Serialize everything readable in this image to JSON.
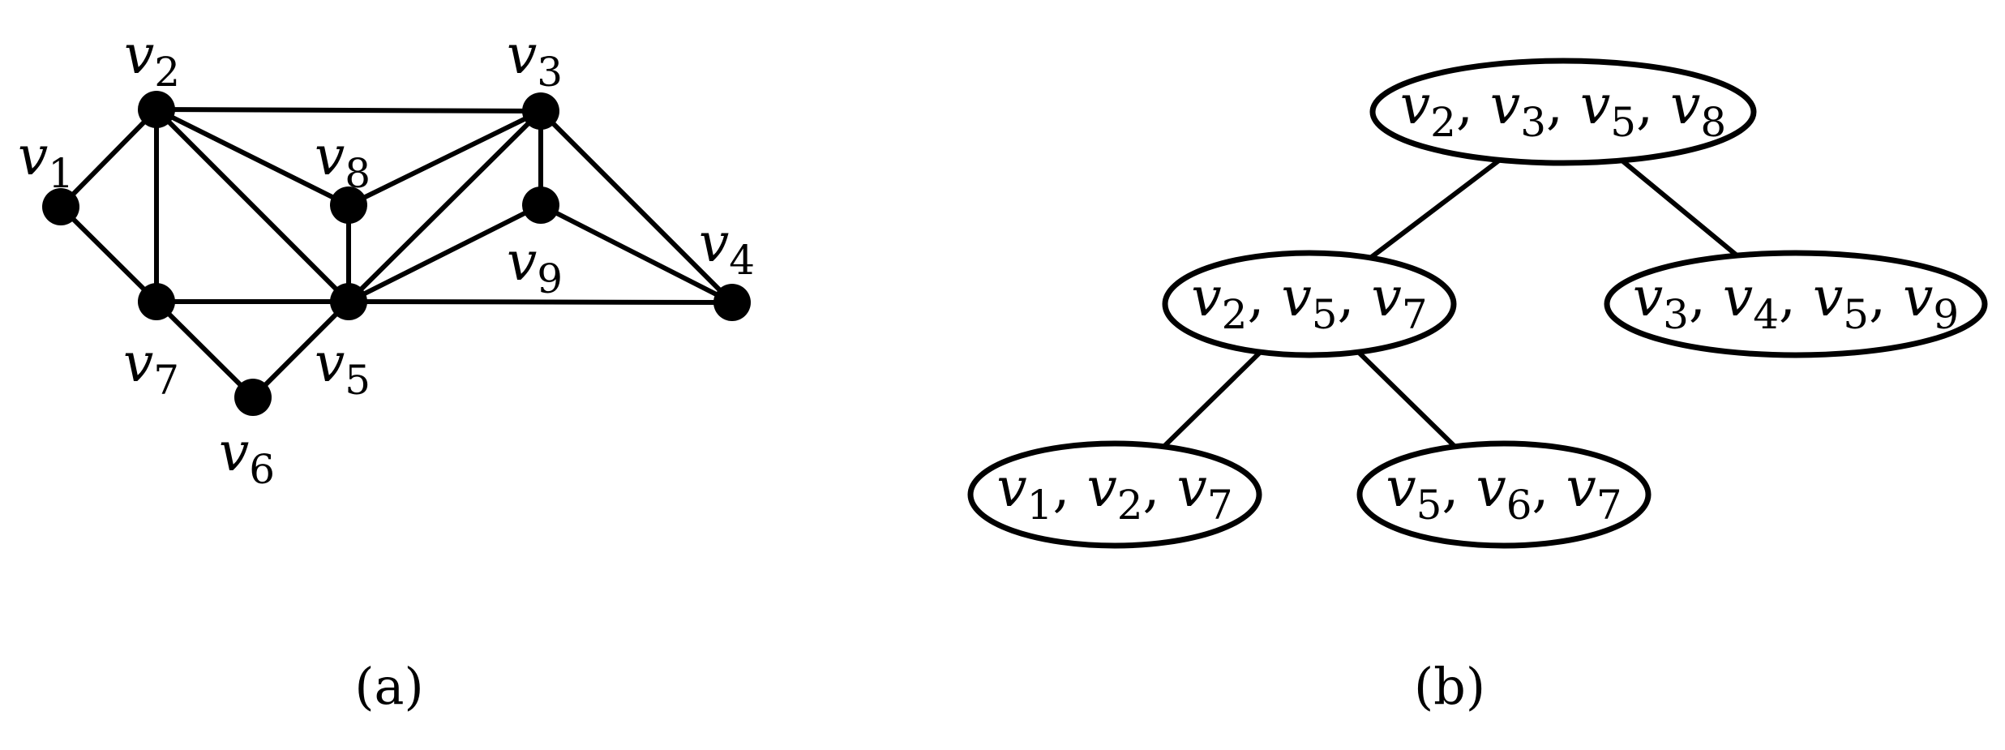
{
  "panel_a": {
    "caption": "(a)",
    "vertices": [
      {
        "id": "v1",
        "label": "v",
        "sub": "1"
      },
      {
        "id": "v2",
        "label": "v",
        "sub": "2"
      },
      {
        "id": "v3",
        "label": "v",
        "sub": "3"
      },
      {
        "id": "v4",
        "label": "v",
        "sub": "4"
      },
      {
        "id": "v5",
        "label": "v",
        "sub": "5"
      },
      {
        "id": "v6",
        "label": "v",
        "sub": "6"
      },
      {
        "id": "v7",
        "label": "v",
        "sub": "7"
      },
      {
        "id": "v8",
        "label": "v",
        "sub": "8"
      },
      {
        "id": "v9",
        "label": "v",
        "sub": "9"
      }
    ],
    "edges": [
      [
        "v1",
        "v2"
      ],
      [
        "v1",
        "v7"
      ],
      [
        "v2",
        "v3"
      ],
      [
        "v2",
        "v7"
      ],
      [
        "v2",
        "v8"
      ],
      [
        "v2",
        "v5"
      ],
      [
        "v3",
        "v8"
      ],
      [
        "v3",
        "v9"
      ],
      [
        "v3",
        "v5"
      ],
      [
        "v3",
        "v4"
      ],
      [
        "v8",
        "v5"
      ],
      [
        "v9",
        "v5"
      ],
      [
        "v9",
        "v4"
      ],
      [
        "v7",
        "v5"
      ],
      [
        "v5",
        "v4"
      ],
      [
        "v7",
        "v6"
      ],
      [
        "v6",
        "v5"
      ]
    ]
  },
  "panel_b": {
    "caption": "(b)",
    "nodes": [
      {
        "id": "root",
        "items": [
          [
            "v",
            "2"
          ],
          [
            "v",
            "3"
          ],
          [
            "v",
            "5"
          ],
          [
            "v",
            "8"
          ]
        ]
      },
      {
        "id": "mid",
        "items": [
          [
            "v",
            "2"
          ],
          [
            "v",
            "5"
          ],
          [
            "v",
            "7"
          ]
        ]
      },
      {
        "id": "right",
        "items": [
          [
            "v",
            "3"
          ],
          [
            "v",
            "4"
          ],
          [
            "v",
            "5"
          ],
          [
            "v",
            "9"
          ]
        ]
      },
      {
        "id": "left",
        "items": [
          [
            "v",
            "1"
          ],
          [
            "v",
            "2"
          ],
          [
            "v",
            "7"
          ]
        ]
      },
      {
        "id": "lower",
        "items": [
          [
            "v",
            "5"
          ],
          [
            "v",
            "6"
          ],
          [
            "v",
            "7"
          ]
        ]
      }
    ],
    "edges": [
      [
        "root",
        "mid"
      ],
      [
        "root",
        "right"
      ],
      [
        "mid",
        "left"
      ],
      [
        "mid",
        "lower"
      ]
    ]
  }
}
